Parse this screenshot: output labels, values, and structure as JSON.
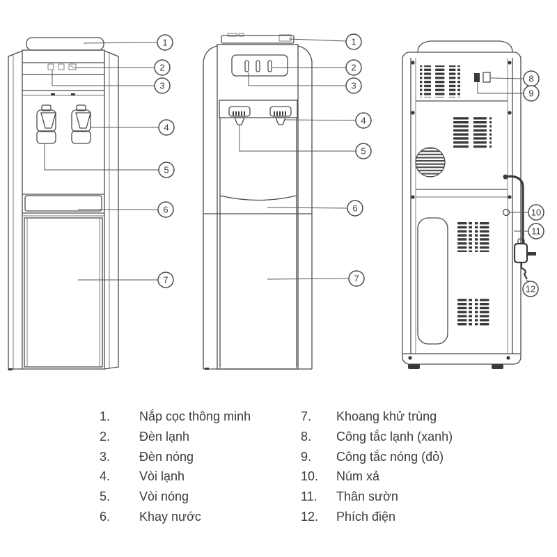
{
  "diagram": {
    "subject": "water-dispenser-parts-diagram",
    "colors": {
      "line": "#4a4a4a",
      "dark_fill": "#3a3a3a",
      "text": "#3c3c3c",
      "background": "#ffffff"
    },
    "callouts": {
      "left": [
        "1",
        "2",
        "3",
        "4",
        "5",
        "6",
        "7"
      ],
      "middle": [
        "1",
        "2",
        "3",
        "4",
        "5",
        "6",
        "7"
      ],
      "back": [
        "8",
        "9",
        "10",
        "11",
        "12"
      ]
    }
  },
  "legend": {
    "left": [
      {
        "num": "1.",
        "label": "Nắp cọc thông minh"
      },
      {
        "num": "2.",
        "label": "Đèn lạnh"
      },
      {
        "num": "3.",
        "label": "Đèn nóng"
      },
      {
        "num": "4.",
        "label": "Vòi lạnh"
      },
      {
        "num": "5.",
        "label": "Vòi nóng"
      },
      {
        "num": "6.",
        "label": "Khay nước"
      }
    ],
    "right": [
      {
        "num": "7.",
        "label": "Khoang khử trùng"
      },
      {
        "num": "8.",
        "label": "Công tắc lạnh (xanh)"
      },
      {
        "num": "9.",
        "label": "Công tắc nóng (đỏ)"
      },
      {
        "num": "10.",
        "label": "Núm xả"
      },
      {
        "num": "11.",
        "label": "Thân sườn"
      },
      {
        "num": "12.",
        "label": "Phích điện"
      }
    ]
  }
}
